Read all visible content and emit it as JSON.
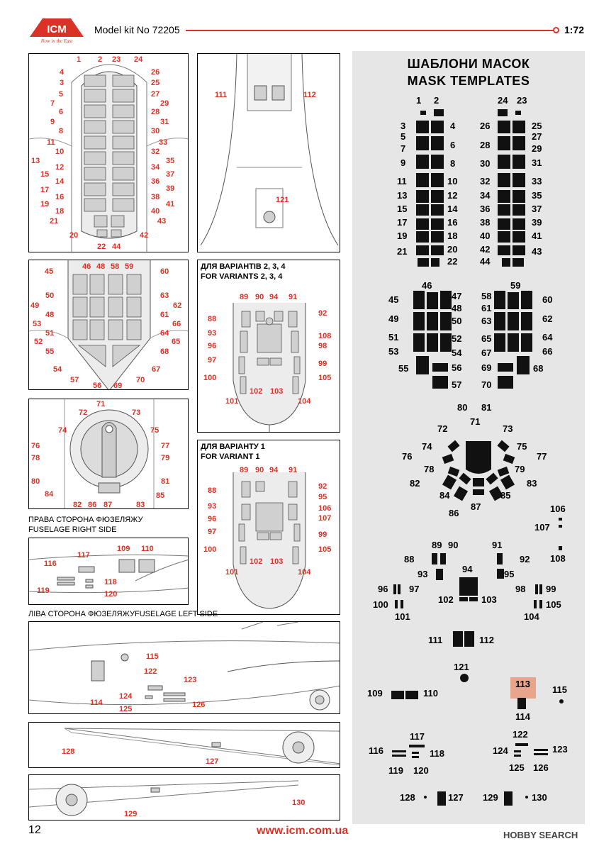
{
  "header": {
    "brand": "ICM",
    "tagline": "Now in the East",
    "model": "Model kit No 72205",
    "scale": "1:72"
  },
  "colors": {
    "accent": "#d93327",
    "panel_bg": "#e6e6e6",
    "mask": "#111111",
    "highlight": "#e8a58c"
  },
  "mask_panel": {
    "title_ua": "ШАБЛОНИ МАСОК",
    "title_en": "MASK TEMPLATES",
    "highlighted_part": "113"
  },
  "captions": {
    "variants_234_ua": "ДЛЯ ВАРІАНТІВ 2, 3, 4",
    "variants_234_en": "FOR VARIANTS 2, 3, 4",
    "variant_1_ua": "ДЛЯ ВАРІАНТУ 1",
    "variant_1_en": "FOR VARIANT 1",
    "right_side_ua": "ПРАВА СТОРОНА ФЮЗЕЛЯЖУ",
    "right_side_en": "FUSELAGE RIGHT SIDE",
    "left_side_ua": "ЛІВА СТОРОНА ФЮЗЕЛЯЖУ",
    "left_side_en": "FUSELAGE LEFT SIDE"
  },
  "footer": {
    "page": "12",
    "url": "www.icm.com.ua",
    "watermark": "HOBBY SEARCH"
  }
}
